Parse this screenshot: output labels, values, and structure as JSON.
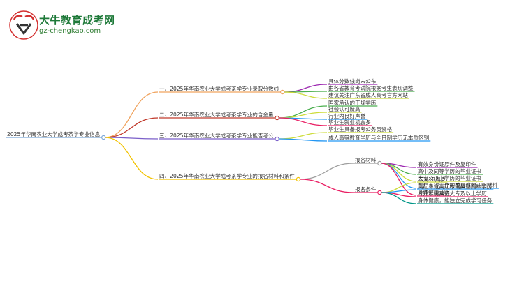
{
  "logo": {
    "site_name": "大牛教育成考网",
    "site_url": "gz-chengkao.com"
  },
  "mindmap": {
    "root": "2025年华南农业大学成考茶学专业信息",
    "branches": [
      {
        "label": "一、2025年华南农业大学成考茶学专业录取分数线",
        "color": "#f0a35e",
        "items": [
          "具体分数线尚未公布",
          "由各省教育考试院根据考生表现调整",
          "建议关注广东省成人高考官方网站"
        ]
      },
      {
        "label": "二、2025年华南农业大学成考茶学专业的含金量",
        "color": "#c0392b",
        "items": [
          "国家承认的正规学历",
          "社会认可度高",
          "行业内良好声誉",
          "毕业生就业机会多"
        ]
      },
      {
        "label": "三、2025年华南农业大学成考茶学专业能否考公",
        "color": "#7b5fc9",
        "items": [
          "毕业生具备报考公务员资格",
          "成人高等教育学历与全日制学历无本质区别"
        ]
      },
      {
        "label": "四、2025年华南农业大学成考茶学专业的报名材料和条件",
        "color": "#f2c200",
        "groups": [
          {
            "label": "报名材料",
            "color": "#9e9e9e",
            "items": [
              "有效身份证原件及复印件",
              "高中及同等学历的毕业证书",
              "大专及以上学历的毕业证书",
              "在广东省工作的或居住的证明材料",
              "身体健康证明"
            ]
          },
          {
            "label": "报名条件",
            "color": "#e91e63",
            "items": [
              "年满18周岁",
              "高起专或高起本需具备高中学历",
              "专升本需具备大专及以上学历",
              "身体健康，能独立完成学习任务"
            ]
          }
        ]
      }
    ],
    "leaf_colors": [
      "#9c27b0",
      "#4caf50",
      "#cddc39",
      "#2196f3",
      "#e91e63",
      "#009688"
    ]
  }
}
